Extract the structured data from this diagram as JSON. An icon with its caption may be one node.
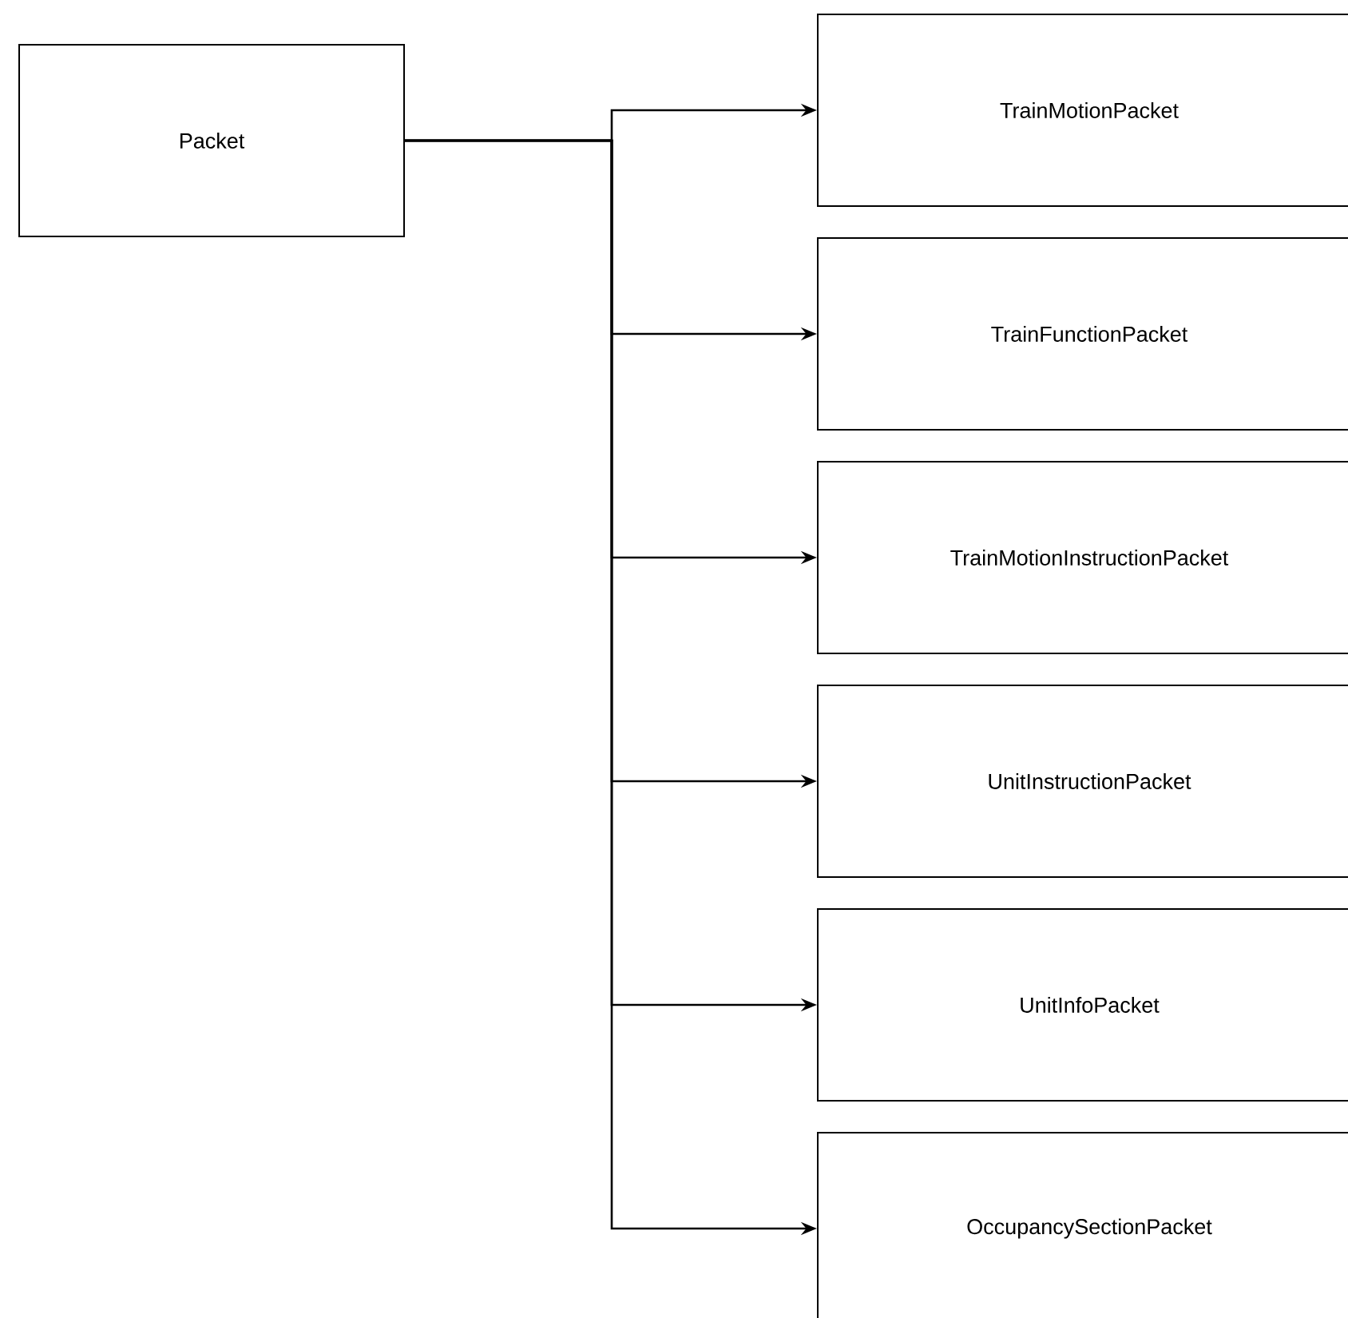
{
  "diagram": {
    "nodes": [
      {
        "text": [
          "Packet"
        ]
      },
      {
        "text": [
          "TrainMotionPacket"
        ]
      },
      {
        "text": [
          "TrainFunctionPacket"
        ]
      },
      {
        "text": [
          "TrainMotionInstructionPacket"
        ]
      },
      {
        "text": [
          "UnitInstructionPacket"
        ]
      },
      {
        "text": [
          "UnitInfoPacket"
        ]
      },
      {
        "text": [
          "OccupancySectionPacket"
        ]
      }
    ],
    "edges": [
      {
        "from": 0,
        "to": 1,
        "arrow": "to"
      },
      {
        "from": 0,
        "to": 2,
        "arrow": "to"
      },
      {
        "from": 0,
        "to": 3,
        "arrow": "to"
      },
      {
        "from": 0,
        "to": 4,
        "arrow": "to"
      },
      {
        "from": 0,
        "to": 5,
        "arrow": "to"
      },
      {
        "from": 0,
        "to": 6,
        "arrow": "to"
      }
    ]
  }
}
